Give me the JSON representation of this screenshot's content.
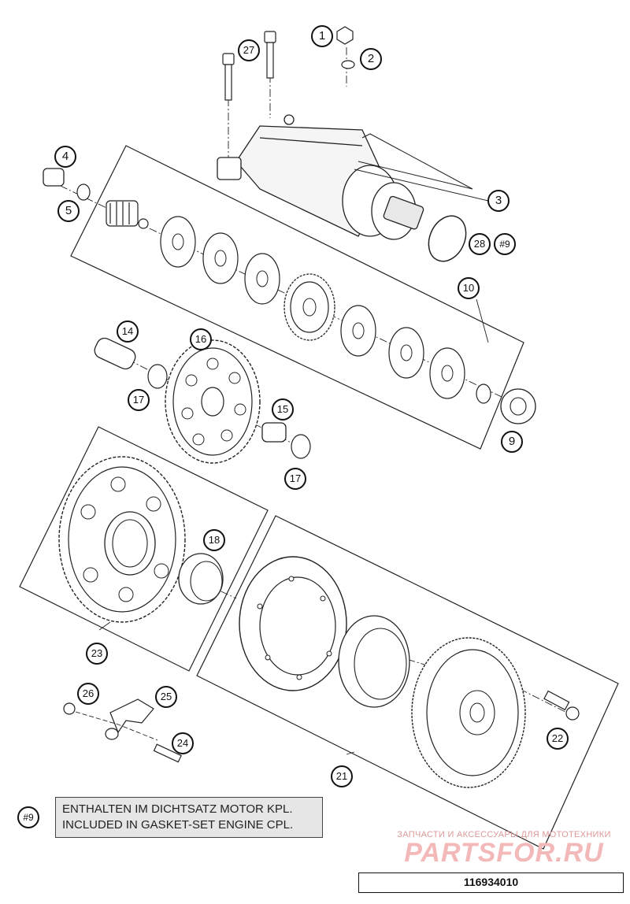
{
  "callouts": [
    {
      "id": "c1",
      "text": "1"
    },
    {
      "id": "c2",
      "text": "2"
    },
    {
      "id": "c3",
      "text": "3"
    },
    {
      "id": "c4",
      "text": "4"
    },
    {
      "id": "c5",
      "text": "5"
    },
    {
      "id": "c9",
      "text": "9"
    },
    {
      "id": "c10",
      "text": "10"
    },
    {
      "id": "c14",
      "text": "14"
    },
    {
      "id": "c15",
      "text": "15"
    },
    {
      "id": "c16",
      "text": "16"
    },
    {
      "id": "c17a",
      "text": "17"
    },
    {
      "id": "c17b",
      "text": "17"
    },
    {
      "id": "c18",
      "text": "18"
    },
    {
      "id": "c21",
      "text": "21"
    },
    {
      "id": "c22",
      "text": "22"
    },
    {
      "id": "c23",
      "text": "23"
    },
    {
      "id": "c24",
      "text": "24"
    },
    {
      "id": "c25",
      "text": "25"
    },
    {
      "id": "c26",
      "text": "26"
    },
    {
      "id": "c27",
      "text": "27"
    },
    {
      "id": "c28",
      "text": "28"
    },
    {
      "id": "c9ref",
      "text": "#9"
    }
  ],
  "legend": {
    "ref": "#9",
    "line1": "ENTHALTEN IM DICHTSATZ MOTOR KPL.",
    "line2": "INCLUDED IN GASKET-SET ENGINE CPL."
  },
  "part_number": "116934010",
  "watermark": {
    "tagline": "ЗАПЧАСТИ И АКСЕССУАРЫ ДЛЯ МОТОТЕХНИКИ",
    "logo": "PARTSFOR.RU"
  },
  "colors": {
    "line": "#222222",
    "fill": "#ffffff",
    "shade": "#dcdcdc",
    "legend_bg": "#e6e6e6",
    "watermark": "#f3b9b9"
  }
}
